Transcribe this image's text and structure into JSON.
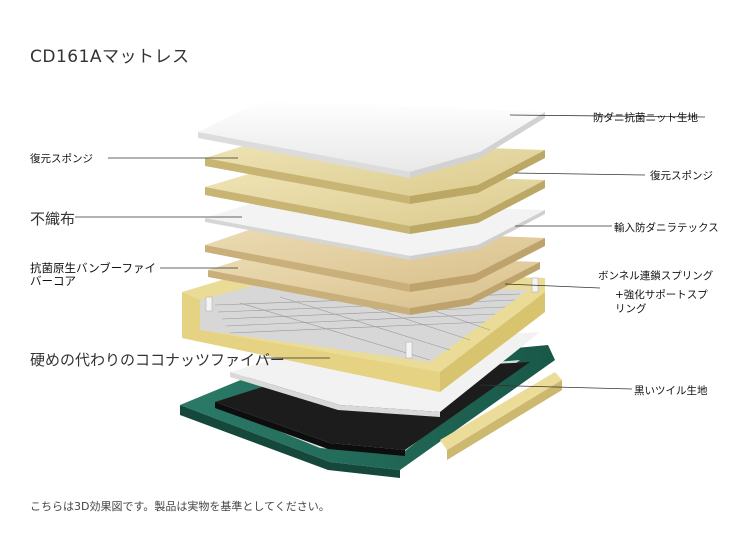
{
  "title": "CD161Aマットレス",
  "footer": "こちらは3D効果図です。製品は実物を基準としてください。",
  "labels": {
    "left_1": "復元スポンジ",
    "left_2": "不織布",
    "left_3_line1": "抗菌原生バンブーファイ",
    "left_3_line2": "バーコア",
    "left_4": "硬めの代わりのココナッツファイバー",
    "right_1": "防ダニ抗菌ニット生地",
    "right_2": "復元スポンジ",
    "right_3": "輸入防ダニラテックス",
    "right_4_line1": "ボンネル連鎖スプリング",
    "right_4_line2": "+強化サポートスプ",
    "right_4_line3": "リング",
    "right_5": "黒いツイル生地"
  },
  "colors": {
    "knit": "#f4f4f4",
    "sponge": "#e9dcaa",
    "latex": "#e6d3a8",
    "frame": "#e8dd9c",
    "base_green": "#1f6b5a",
    "black_twill": "#1c1c1c",
    "line": "#333333"
  }
}
